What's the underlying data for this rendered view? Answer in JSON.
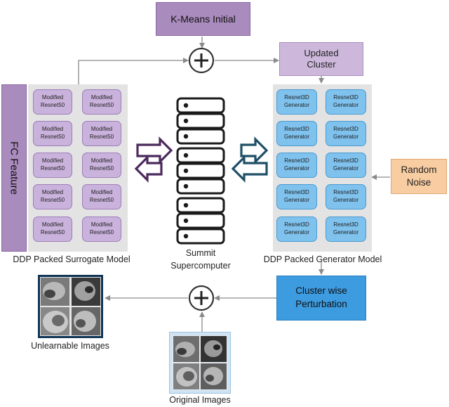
{
  "nodes": {
    "kmeans": "K-Means Initial",
    "updated_cluster": "Updated\nCluster",
    "fc_feature": "FC Feature",
    "random_noise": "Random\nNoise",
    "cluster_perturbation": "Cluster wise\nPerturbation"
  },
  "surrogate": {
    "caption": "DDP Packed Surrogate Model",
    "block_label": "Modified\nResnet50",
    "block_count": 10
  },
  "generator": {
    "caption": "DDP Packed Generator Model",
    "block_label": "Resnet3D\nGenerator",
    "block_count": 10
  },
  "supercomputer": {
    "caption": "Summit\nSupercomputer"
  },
  "images": {
    "unlearnable": "Unlearnable Images",
    "original": "Original Images"
  },
  "symbols": {
    "plus": "+"
  },
  "colors": {
    "purple": "#a98bbd",
    "lilac": "#cdb8dc",
    "blue": "#3d9be0",
    "light_blue": "#7fc2ee",
    "orange": "#f8cda2",
    "arrow_purple": "#4b2a5c",
    "arrow_teal": "#1f4f66",
    "server": "#1a1a1a"
  }
}
